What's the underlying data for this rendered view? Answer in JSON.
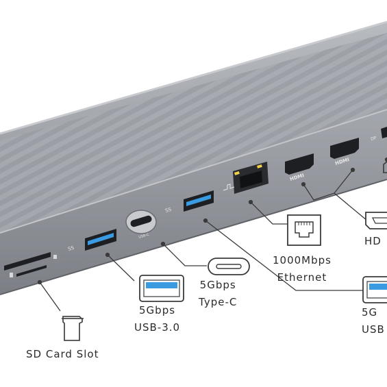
{
  "callouts": {
    "sd_card": {
      "line1": "SD Card Slot"
    },
    "usb_a_left": {
      "line1": "5Gbps",
      "line2": "USB-3.0"
    },
    "usb_c": {
      "line1": "5Gbps",
      "line2": "Type-C"
    },
    "ethernet": {
      "line1": "1000Mbps",
      "line2": "Ethernet"
    },
    "usb_a_right": {
      "line1": "5G",
      "line2": "USB"
    },
    "hdmi": {
      "line1": "HD"
    }
  },
  "port_markings": {
    "ss_logo": "SS",
    "hdmi_logo": "HDMI",
    "usb_c_logo": "USB-C",
    "dp_logo": "DP"
  },
  "colors": {
    "hub_body": "#9ea1a7",
    "hub_front": "#8a8d93",
    "port_blue": "#3a9be0",
    "line": "#3a3a3a"
  },
  "icons": [
    "sd-card-icon",
    "usb-a-icon",
    "usb-c-icon",
    "ethernet-icon",
    "hdmi-icon"
  ]
}
